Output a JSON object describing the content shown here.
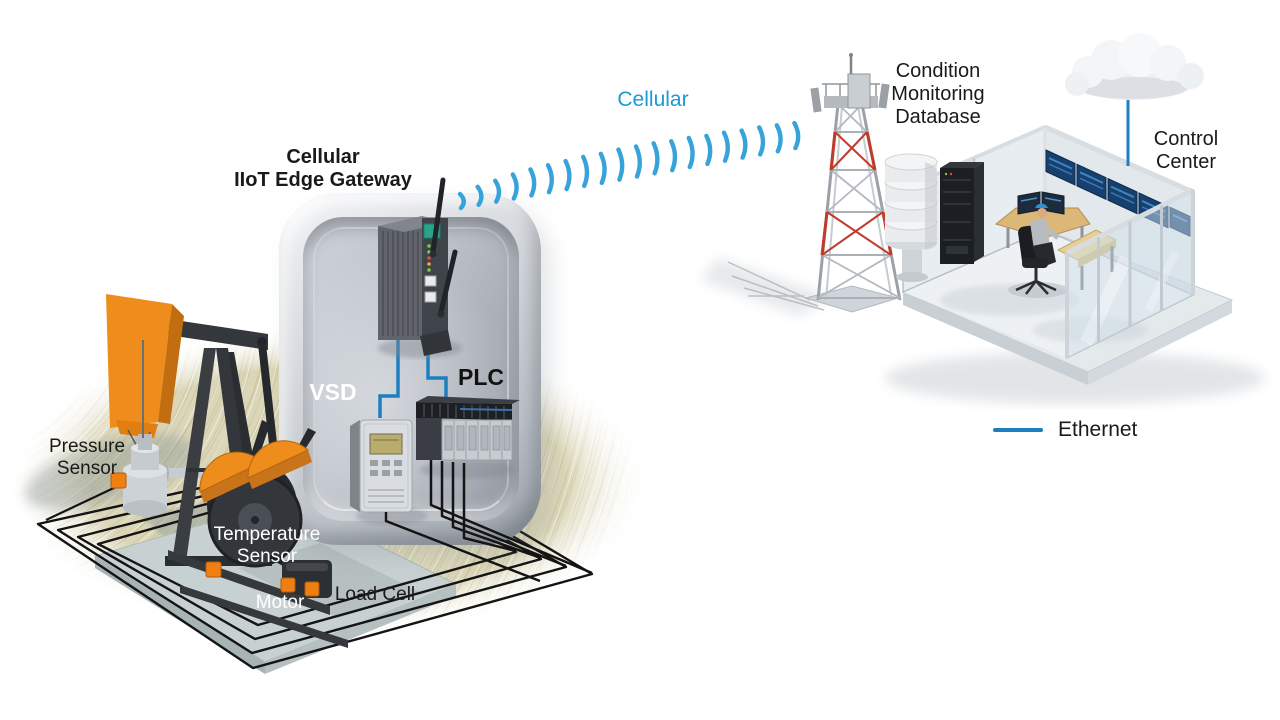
{
  "title": "Cellular IIoT Edge Gateway oil-field condition monitoring diagram",
  "labels": {
    "cellular_link": "Cellular",
    "gateway": [
      "Cellular",
      "IIoT Edge Gateway"
    ],
    "condition_db": [
      "Condition",
      "Monitoring",
      "Database"
    ],
    "control_center": [
      "Control",
      "Center"
    ],
    "pressure": [
      "Pressure",
      "Sensor"
    ],
    "temperature": [
      "Temperature",
      "Sensor"
    ],
    "motor": "Motor",
    "load_cell": "Load Cell",
    "vsd": "VSD",
    "plc": "PLC"
  },
  "legend": {
    "ethernet": "Ethernet"
  },
  "colors": {
    "ethernet_blue": "#1e7fc0",
    "cellular_wave_blue": "#2d9fd9",
    "cellular_text_blue": "#1b9ad3",
    "sensor_orange": "#f07f13",
    "machine_orange": "#ee8d1c",
    "tower_red": "#c23b2a",
    "wire_black": "#141414",
    "sand": "#dbd6b7"
  },
  "illustrations": [
    "pumpjack",
    "wellhead",
    "cellular-gateway-device",
    "vsd-drive",
    "plc-rack",
    "cell-tower",
    "wireless-signal-waves",
    "database-cylinder",
    "server-rack",
    "control-room",
    "operator-at-desk",
    "cloud",
    "ground-wiring-loops"
  ]
}
